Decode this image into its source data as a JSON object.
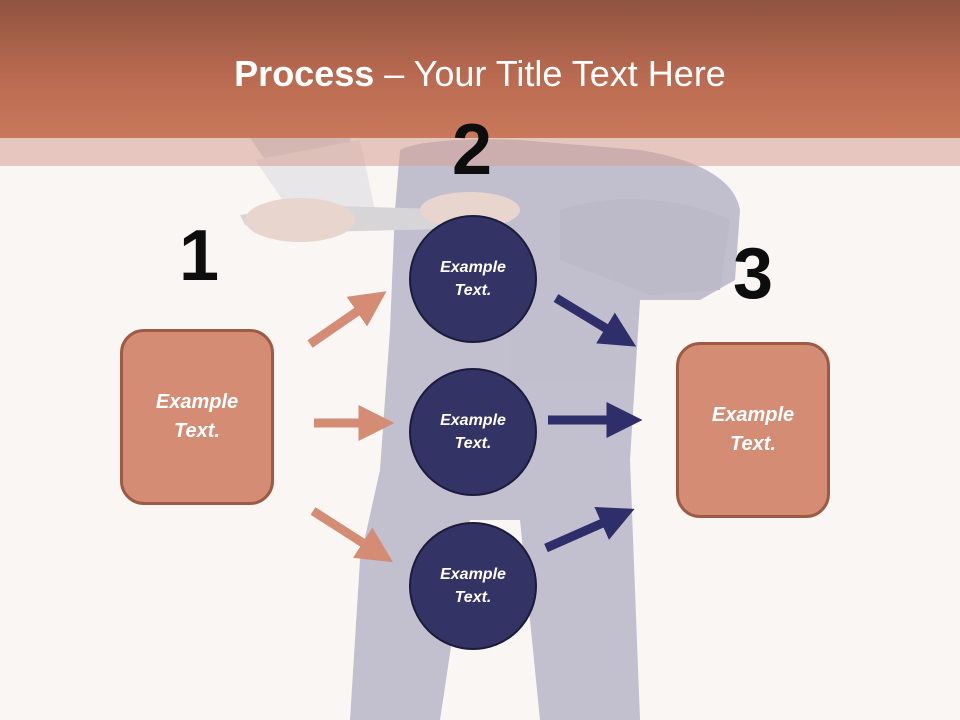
{
  "title": {
    "bold": "Process",
    "rest": " – Your Title Text Here"
  },
  "steps": [
    {
      "number": "1",
      "text": "Example Text."
    },
    {
      "number": "2",
      "items": [
        "Example Text.",
        "Example Text.",
        "Example Text."
      ]
    },
    {
      "number": "3",
      "text": "Example Text."
    }
  ],
  "colors": {
    "header": "#c9785b",
    "box_fill": "#d48c74",
    "box_border": "#9d5b45",
    "circle_fill": "#333366",
    "arrow_left": "#d48c74",
    "arrow_right": "#2e2e6a"
  }
}
